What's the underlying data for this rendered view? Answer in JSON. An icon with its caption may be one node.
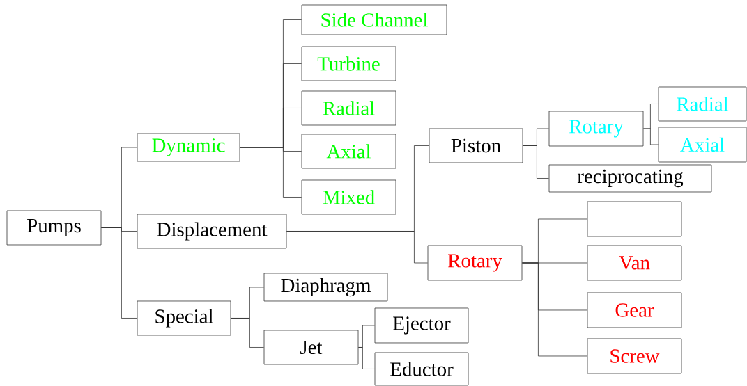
{
  "diagram": {
    "nodes": [
      {
        "text": [
          "Pumps"
        ]
      },
      {
        "text": [
          "Dynamic"
        ]
      },
      {
        "text": [
          "Displacement"
        ]
      },
      {
        "text": [
          "Special"
        ]
      },
      {
        "text": [
          "Side Channel"
        ]
      },
      {
        "text": [
          "Turbine"
        ]
      },
      {
        "text": [
          "Radial"
        ]
      },
      {
        "text": [
          "Axial"
        ]
      },
      {
        "text": [
          "Mixed"
        ]
      },
      {
        "text": [
          "Piston"
        ]
      },
      {
        "text": [
          "Rotary"
        ]
      },
      {
        "text": [
          "Radial"
        ]
      },
      {
        "text": [
          "Axial"
        ]
      },
      {
        "text": [
          "reciprocating"
        ]
      },
      {
        "text": [
          "Rotary"
        ]
      },
      {
        "text": [],
        "shape": "box"
      },
      {
        "text": [
          "Van"
        ]
      },
      {
        "text": [
          "Gear"
        ]
      },
      {
        "text": [
          "Screw"
        ]
      },
      {
        "text": [
          "Diaphragm"
        ]
      },
      {
        "text": [
          "Jet"
        ]
      },
      {
        "text": [
          "Ejector"
        ]
      },
      {
        "text": [
          "Eductor"
        ]
      }
    ],
    "edges": [
      {
        "from": 0,
        "to": 1,
        "arrow": "none"
      },
      {
        "from": 0,
        "to": 2,
        "arrow": "none"
      },
      {
        "from": 0,
        "to": 3,
        "arrow": "none"
      },
      {
        "from": 1,
        "to": 4,
        "arrow": "none"
      },
      {
        "from": 1,
        "to": 5,
        "arrow": "none"
      },
      {
        "from": 1,
        "to": 6,
        "arrow": "none"
      },
      {
        "from": 1,
        "to": 7,
        "arrow": "none"
      },
      {
        "from": 1,
        "to": 8,
        "arrow": "none"
      },
      {
        "from": 2,
        "to": 9,
        "arrow": "none"
      },
      {
        "from": 2,
        "to": 14,
        "arrow": "none"
      },
      {
        "from": 9,
        "to": 10,
        "arrow": "none"
      },
      {
        "from": 9,
        "to": 13,
        "arrow": "none"
      },
      {
        "from": 10,
        "to": 11,
        "arrow": "none"
      },
      {
        "from": 10,
        "to": 12,
        "arrow": "none"
      },
      {
        "from": 14,
        "to": 15,
        "arrow": "none"
      },
      {
        "from": 14,
        "to": 16,
        "arrow": "none"
      },
      {
        "from": 14,
        "to": 17,
        "arrow": "none"
      },
      {
        "from": 14,
        "to": 18,
        "arrow": "none"
      },
      {
        "from": 3,
        "to": 19,
        "arrow": "none"
      },
      {
        "from": 3,
        "to": 20,
        "arrow": "none"
      },
      {
        "from": 20,
        "to": 21,
        "arrow": "none"
      },
      {
        "from": 20,
        "to": 22,
        "arrow": "none"
      }
    ]
  }
}
